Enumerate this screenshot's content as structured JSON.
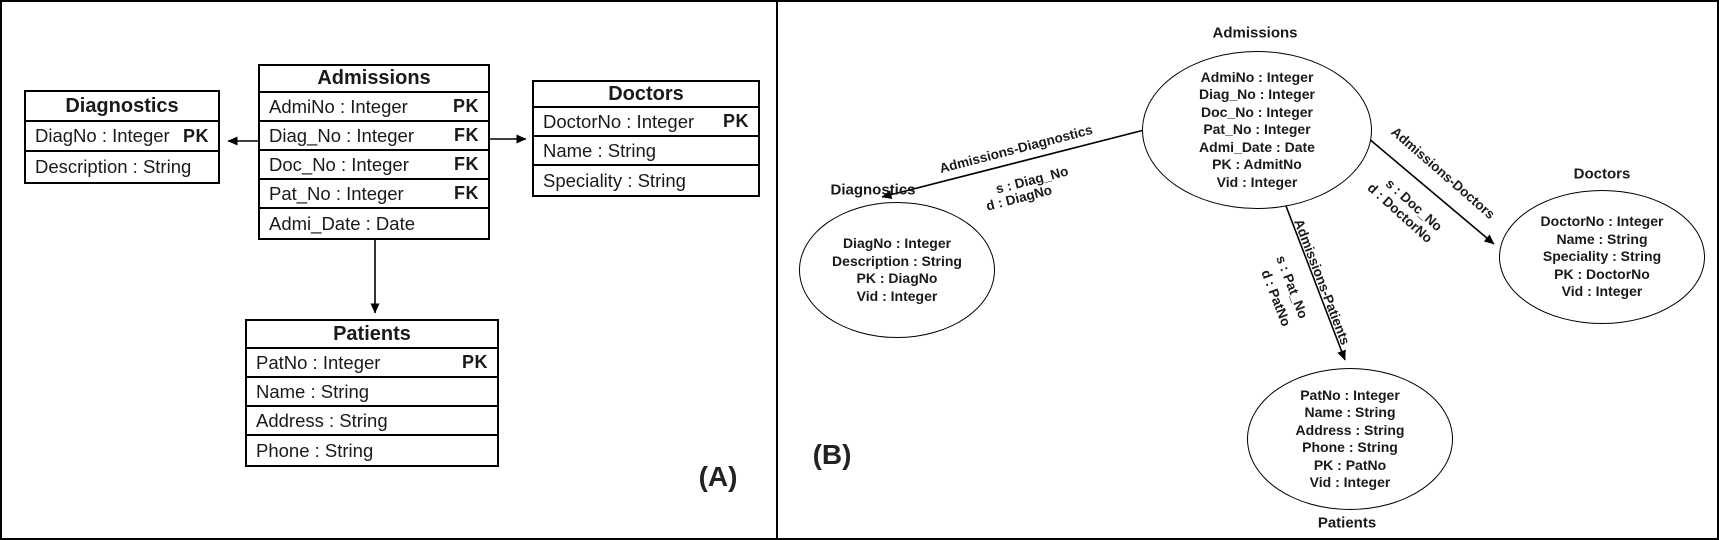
{
  "colors": {
    "line": "#000000",
    "text": "#1a1a1a",
    "background": "#ffffff"
  },
  "panelA": {
    "label": "(A)",
    "tables": {
      "diagnostics": {
        "title": "Diagnostics",
        "rows": [
          {
            "label": "DiagNo : Integer",
            "key": "PK"
          },
          {
            "label": "Description : String",
            "key": ""
          }
        ]
      },
      "admissions": {
        "title": "Admissions",
        "rows": [
          {
            "label": "AdmiNo : Integer",
            "key": "PK"
          },
          {
            "label": "Diag_No : Integer",
            "key": "FK"
          },
          {
            "label": "Doc_No : Integer",
            "key": "FK"
          },
          {
            "label": "Pat_No : Integer",
            "key": "FK"
          },
          {
            "label": "Admi_Date : Date",
            "key": ""
          }
        ]
      },
      "doctors": {
        "title": "Doctors",
        "rows": [
          {
            "label": "DoctorNo : Integer",
            "key": "PK"
          },
          {
            "label": "Name : String",
            "key": ""
          },
          {
            "label": "Speciality : String",
            "key": ""
          }
        ]
      },
      "patients": {
        "title": "Patients",
        "rows": [
          {
            "label": "PatNo : Integer",
            "key": "PK"
          },
          {
            "label": "Name : String",
            "key": ""
          },
          {
            "label": "Address : String",
            "key": ""
          },
          {
            "label": "Phone : String",
            "key": ""
          }
        ]
      }
    }
  },
  "panelB": {
    "label": "(B)",
    "nodes": {
      "admissions": {
        "title": "Admissions",
        "lines": [
          "AdmiNo : Integer",
          "Diag_No : Integer",
          "Doc_No : Integer",
          "Pat_No : Integer",
          "Admi_Date : Date",
          "PK : AdmitNo",
          "Vid : Integer"
        ]
      },
      "diagnostics": {
        "title": "Diagnostics",
        "lines": [
          "DiagNo : Integer",
          "Description : String",
          "PK : DiagNo",
          "Vid : Integer"
        ]
      },
      "doctors": {
        "title": "Doctors",
        "lines": [
          "DoctorNo : Integer",
          "Name : String",
          "Speciality : String",
          "PK : DoctorNo",
          "Vid : Integer"
        ]
      },
      "patients": {
        "title": "Patients",
        "lines": [
          "PatNo : Integer",
          "Name : String",
          "Address : String",
          "Phone : String",
          "PK : PatNo",
          "Vid : Integer"
        ]
      }
    },
    "edges": {
      "admissions_diagnostics": {
        "title": "Admissions-Diagnostics",
        "s": "s : Diag_No",
        "d": "d : DiagNo"
      },
      "admissions_doctors": {
        "title": "Admissions-Doctors",
        "s": "s : Doc_No",
        "d": "d : DoctorNo"
      },
      "admissions_patients": {
        "title": "Admissions-Patients",
        "s": "s : Pat_No",
        "d": "d : PatNo"
      }
    }
  }
}
